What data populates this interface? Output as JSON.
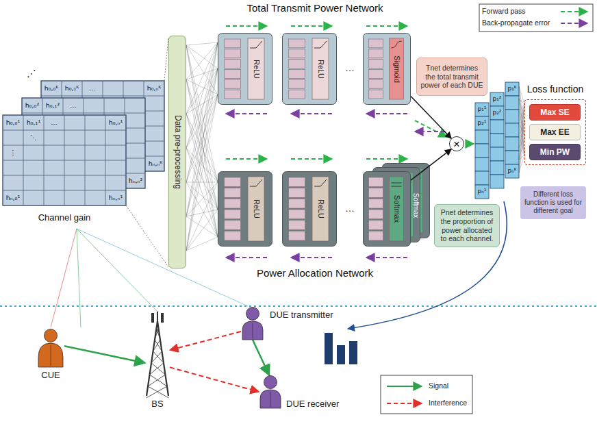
{
  "diagram": {
    "nodes": [
      {
        "text": [
          "Data pre-processing"
        ]
      },
      {
        "text": [
          "ReLU"
        ]
      },
      {
        "text": [
          "ReLU"
        ]
      },
      {
        "text": [
          "Sigmoid"
        ]
      },
      {
        "text": [
          "ReLU"
        ]
      },
      {
        "text": [
          "ReLU"
        ]
      },
      {
        "text": [
          "Softmax"
        ]
      },
      {
        "text": [
          "Tnet determines the total transmit power of each DUE"
        ]
      },
      {
        "text": [
          "Pnet determines the proportion of power allocated to each channel."
        ]
      },
      {
        "text": [
          "×"
        ]
      },
      {
        "text": [
          "Loss function"
        ]
      },
      {
        "text": [
          "Max SE"
        ],
        "in": 10
      },
      {
        "text": [
          "Max EE"
        ],
        "in": 10
      },
      {
        "text": [
          "Min PW"
        ],
        "in": 10
      },
      {
        "text": [
          "Different loss function is used for different goal"
        ]
      },
      {
        "text": [
          "CUE"
        ]
      },
      {
        "text": [
          "BS"
        ]
      },
      {
        "text": [
          "DUE transmitter"
        ]
      },
      {
        "text": [
          "DUE receiver"
        ]
      }
    ],
    "edges": [
      {
        "from": 3,
        "to": 9,
        "arrow": "to"
      },
      {
        "from": 6,
        "to": 9,
        "arrow": "to"
      },
      {
        "from": 15,
        "to": 16,
        "arrow": "to"
      },
      {
        "from": 17,
        "to": 16,
        "arrow": "to"
      },
      {
        "from": 16,
        "to": 18,
        "arrow": "to"
      },
      {
        "from": 17,
        "to": 18,
        "arrow": "to"
      }
    ],
    "labels": [
      "Total Transmit Power Network",
      "Power Allocation Network",
      "Channel gain",
      "h₀,₀¹",
      "h₀,₁¹",
      "…",
      "h₀,ₙ¹",
      "⋱",
      "⋮",
      "hₙ,₀¹",
      "hₙ,ₙ¹",
      "h₀,₀²",
      "h₀,₁²",
      "…",
      "hₙ,ₙ²",
      "h₀,₀ᴷ",
      "h₀,₁ᴷ",
      "…",
      "h₀,ₙᴷ",
      "hₙ,ₙᴷ",
      "⋰",
      "…",
      "…",
      "Softmax",
      "p₁¹",
      "p₂¹",
      "pₙ¹",
      "p₁²",
      "p₂²",
      "p₁ᴷ",
      "pₙᴷ"
    ],
    "legend": [
      {
        "text": "Forward pass"
      },
      {
        "text": "Back-propagate error"
      },
      {
        "text": "Signal"
      },
      {
        "text": "Interference"
      }
    ]
  }
}
